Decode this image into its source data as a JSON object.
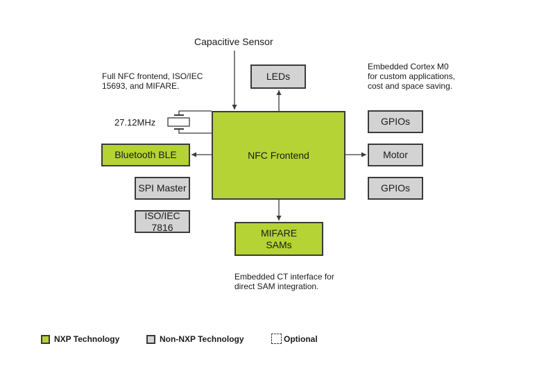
{
  "notes": {
    "capacitive": "Capacitive Sensor",
    "nfc_line1": "Full NFC frontend, ISO/IEC",
    "nfc_line2": "15693, and MIFARE.",
    "cortex_line1": "Embedded Cortex M0",
    "cortex_line2": "for custom applications,",
    "cortex_line3": "cost and space saving.",
    "crystal": "27.12MHz",
    "ct_line1": "Embedded CT interface for",
    "ct_line2": "direct SAM integration."
  },
  "blocks": {
    "nfc": "NFC Frontend",
    "leds": "LEDs",
    "gpios_top": "GPIOs",
    "motor": "Motor",
    "gpios_bottom": "GPIOs",
    "bluetooth": "Bluetooth BLE",
    "spi": "SPI Master",
    "iso_line1": "ISO/IEC",
    "iso_line2": "7816",
    "mifare_line1": "MIFARE",
    "mifare_line2": "SAMs"
  },
  "legend": {
    "nxp": "NXP Technology",
    "non_nxp": "Non-NXP Technology",
    "optional": "Optional"
  },
  "colors": {
    "nxp": "#b5d334",
    "non_nxp": "#d3d3d3",
    "line": "#3a3a3a"
  }
}
